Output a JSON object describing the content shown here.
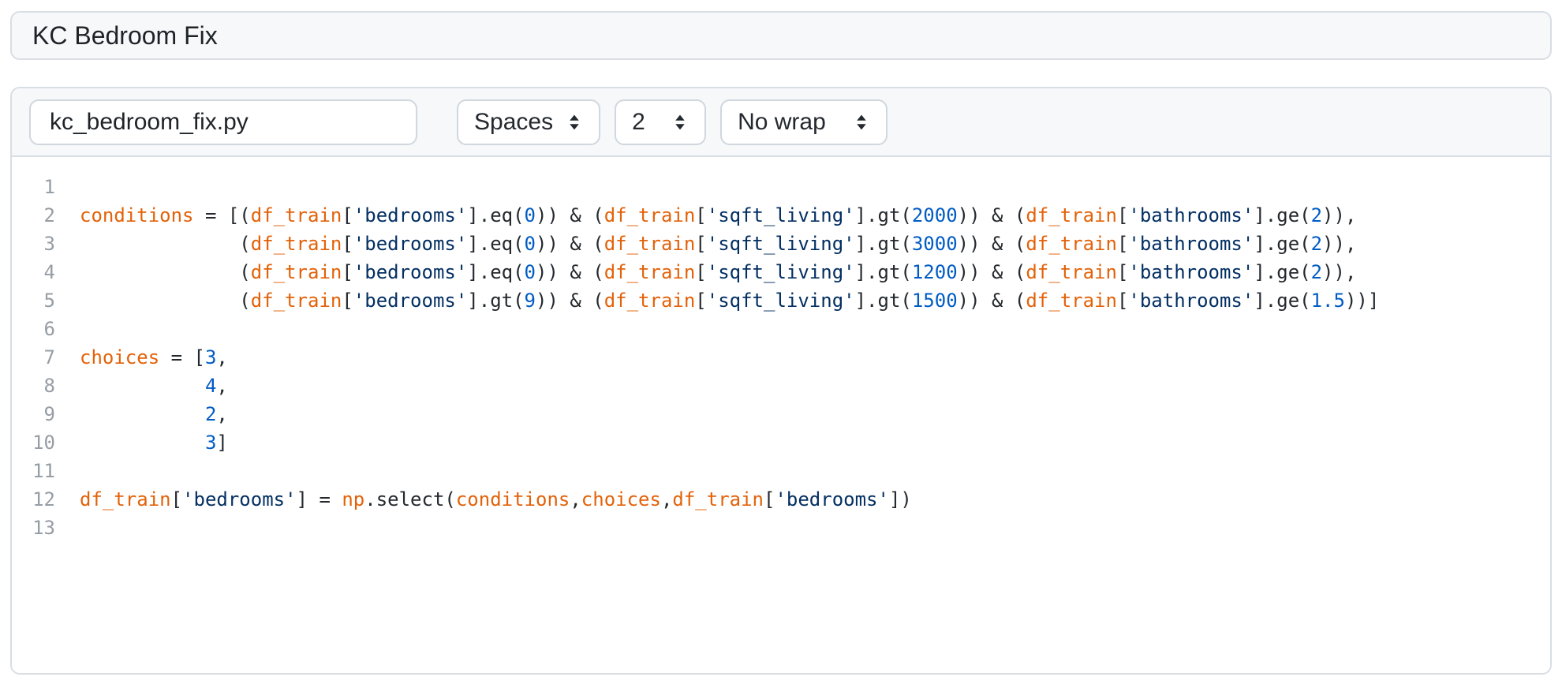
{
  "gist": {
    "description_value": "KC Bedroom Fix",
    "file": {
      "filename_value": "kc_bedroom_fix.py",
      "indent_mode_selected": "Spaces",
      "indent_size_selected": "2",
      "wrap_mode_selected": "No wrap"
    }
  },
  "colors": {
    "variable": "#e36209",
    "string": "#032f62",
    "number": "#005cc5",
    "plain": "#24292e",
    "line_number": "#959da5",
    "header_bg": "#f6f8fa",
    "border": "#d8dee4",
    "input_border": "#d0d7de"
  },
  "token_type_map": {
    "v": "variable",
    "s": "string",
    "n": "number",
    "p": "plain"
  },
  "editor": {
    "lines": [
      {
        "num": 1,
        "tokens": []
      },
      {
        "num": 2,
        "tokens": [
          {
            "t": "v",
            "s": "conditions"
          },
          {
            "t": "p",
            "s": " = [("
          },
          {
            "t": "v",
            "s": "df_train"
          },
          {
            "t": "p",
            "s": "["
          },
          {
            "t": "s",
            "s": "'bedrooms'"
          },
          {
            "t": "p",
            "s": "].eq("
          },
          {
            "t": "n",
            "s": "0"
          },
          {
            "t": "p",
            "s": ")) & ("
          },
          {
            "t": "v",
            "s": "df_train"
          },
          {
            "t": "p",
            "s": "["
          },
          {
            "t": "s",
            "s": "'sqft_living'"
          },
          {
            "t": "p",
            "s": "].gt("
          },
          {
            "t": "n",
            "s": "2000"
          },
          {
            "t": "p",
            "s": ")) & ("
          },
          {
            "t": "v",
            "s": "df_train"
          },
          {
            "t": "p",
            "s": "["
          },
          {
            "t": "s",
            "s": "'bathrooms'"
          },
          {
            "t": "p",
            "s": "].ge("
          },
          {
            "t": "n",
            "s": "2"
          },
          {
            "t": "p",
            "s": ")),"
          }
        ]
      },
      {
        "num": 3,
        "tokens": [
          {
            "t": "p",
            "s": "              ("
          },
          {
            "t": "v",
            "s": "df_train"
          },
          {
            "t": "p",
            "s": "["
          },
          {
            "t": "s",
            "s": "'bedrooms'"
          },
          {
            "t": "p",
            "s": "].eq("
          },
          {
            "t": "n",
            "s": "0"
          },
          {
            "t": "p",
            "s": ")) & ("
          },
          {
            "t": "v",
            "s": "df_train"
          },
          {
            "t": "p",
            "s": "["
          },
          {
            "t": "s",
            "s": "'sqft_living'"
          },
          {
            "t": "p",
            "s": "].gt("
          },
          {
            "t": "n",
            "s": "3000"
          },
          {
            "t": "p",
            "s": ")) & ("
          },
          {
            "t": "v",
            "s": "df_train"
          },
          {
            "t": "p",
            "s": "["
          },
          {
            "t": "s",
            "s": "'bathrooms'"
          },
          {
            "t": "p",
            "s": "].ge("
          },
          {
            "t": "n",
            "s": "2"
          },
          {
            "t": "p",
            "s": ")),"
          }
        ]
      },
      {
        "num": 4,
        "tokens": [
          {
            "t": "p",
            "s": "              ("
          },
          {
            "t": "v",
            "s": "df_train"
          },
          {
            "t": "p",
            "s": "["
          },
          {
            "t": "s",
            "s": "'bedrooms'"
          },
          {
            "t": "p",
            "s": "].eq("
          },
          {
            "t": "n",
            "s": "0"
          },
          {
            "t": "p",
            "s": ")) & ("
          },
          {
            "t": "v",
            "s": "df_train"
          },
          {
            "t": "p",
            "s": "["
          },
          {
            "t": "s",
            "s": "'sqft_living'"
          },
          {
            "t": "p",
            "s": "].gt("
          },
          {
            "t": "n",
            "s": "1200"
          },
          {
            "t": "p",
            "s": ")) & ("
          },
          {
            "t": "v",
            "s": "df_train"
          },
          {
            "t": "p",
            "s": "["
          },
          {
            "t": "s",
            "s": "'bathrooms'"
          },
          {
            "t": "p",
            "s": "].ge("
          },
          {
            "t": "n",
            "s": "2"
          },
          {
            "t": "p",
            "s": ")),"
          }
        ]
      },
      {
        "num": 5,
        "tokens": [
          {
            "t": "p",
            "s": "              ("
          },
          {
            "t": "v",
            "s": "df_train"
          },
          {
            "t": "p",
            "s": "["
          },
          {
            "t": "s",
            "s": "'bedrooms'"
          },
          {
            "t": "p",
            "s": "].gt("
          },
          {
            "t": "n",
            "s": "9"
          },
          {
            "t": "p",
            "s": ")) & ("
          },
          {
            "t": "v",
            "s": "df_train"
          },
          {
            "t": "p",
            "s": "["
          },
          {
            "t": "s",
            "s": "'sqft_living'"
          },
          {
            "t": "p",
            "s": "].gt("
          },
          {
            "t": "n",
            "s": "1500"
          },
          {
            "t": "p",
            "s": ")) & ("
          },
          {
            "t": "v",
            "s": "df_train"
          },
          {
            "t": "p",
            "s": "["
          },
          {
            "t": "s",
            "s": "'bathrooms'"
          },
          {
            "t": "p",
            "s": "].ge("
          },
          {
            "t": "n",
            "s": "1.5"
          },
          {
            "t": "p",
            "s": "))]"
          }
        ]
      },
      {
        "num": 6,
        "tokens": []
      },
      {
        "num": 7,
        "tokens": [
          {
            "t": "v",
            "s": "choices"
          },
          {
            "t": "p",
            "s": " = ["
          },
          {
            "t": "n",
            "s": "3"
          },
          {
            "t": "p",
            "s": ","
          }
        ]
      },
      {
        "num": 8,
        "tokens": [
          {
            "t": "p",
            "s": "           "
          },
          {
            "t": "n",
            "s": "4"
          },
          {
            "t": "p",
            "s": ","
          }
        ]
      },
      {
        "num": 9,
        "tokens": [
          {
            "t": "p",
            "s": "           "
          },
          {
            "t": "n",
            "s": "2"
          },
          {
            "t": "p",
            "s": ","
          }
        ]
      },
      {
        "num": 10,
        "tokens": [
          {
            "t": "p",
            "s": "           "
          },
          {
            "t": "n",
            "s": "3"
          },
          {
            "t": "p",
            "s": "]"
          }
        ]
      },
      {
        "num": 11,
        "tokens": []
      },
      {
        "num": 12,
        "tokens": [
          {
            "t": "v",
            "s": "df_train"
          },
          {
            "t": "p",
            "s": "["
          },
          {
            "t": "s",
            "s": "'bedrooms'"
          },
          {
            "t": "p",
            "s": "] = "
          },
          {
            "t": "v",
            "s": "np"
          },
          {
            "t": "p",
            "s": ".select("
          },
          {
            "t": "v",
            "s": "conditions"
          },
          {
            "t": "p",
            "s": ","
          },
          {
            "t": "v",
            "s": "choices"
          },
          {
            "t": "p",
            "s": ","
          },
          {
            "t": "v",
            "s": "df_train"
          },
          {
            "t": "p",
            "s": "["
          },
          {
            "t": "s",
            "s": "'bedrooms'"
          },
          {
            "t": "p",
            "s": "])"
          }
        ]
      },
      {
        "num": 13,
        "tokens": []
      }
    ]
  }
}
